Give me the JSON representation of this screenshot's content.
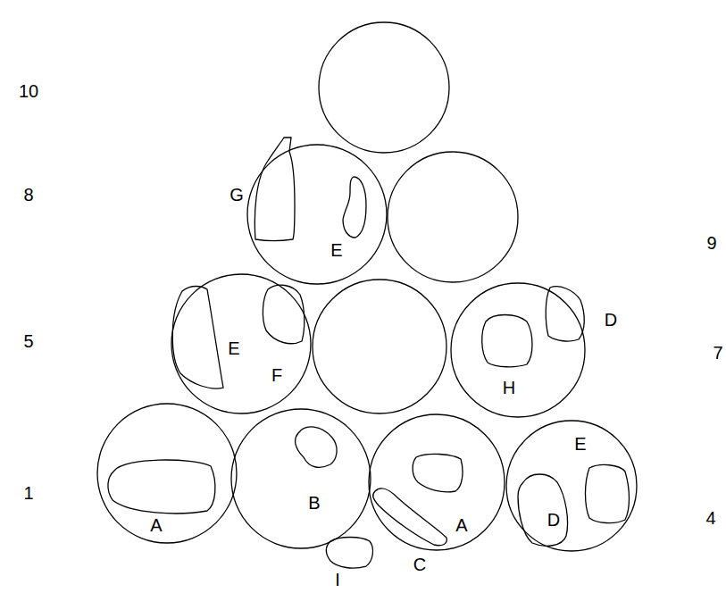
{
  "diagram": {
    "nodes": [
      {
        "text": [
          "E"
        ]
      },
      {
        "text": [
          "E",
          "F"
        ]
      },
      {
        "text": [
          "H"
        ]
      },
      {
        "text": [
          "A"
        ]
      },
      {
        "text": [
          "B"
        ]
      },
      {
        "text": [
          "A"
        ]
      },
      {
        "text": [
          "E",
          "D"
        ]
      }
    ],
    "labels": [
      "10",
      "8",
      "G",
      "9",
      "5",
      "D",
      "7",
      "1",
      "4",
      "C",
      "I"
    ]
  }
}
